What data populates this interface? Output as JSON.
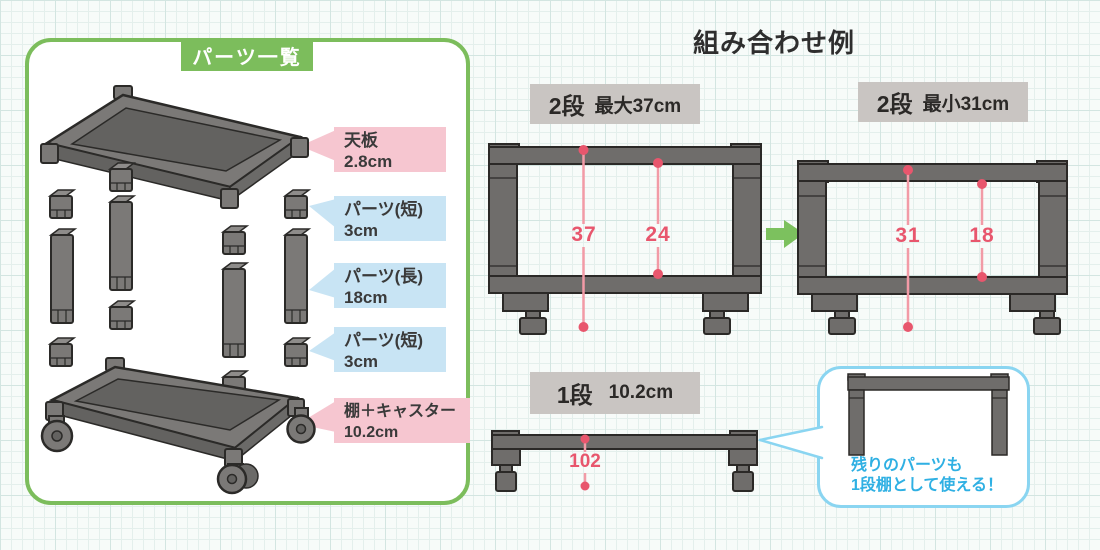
{
  "panel": {
    "title": "パーツ一覧",
    "labels": [
      {
        "name": "天板",
        "size": "2.8cm",
        "color": "pink"
      },
      {
        "name": "パーツ(短)",
        "size": "3cm",
        "color": "blue"
      },
      {
        "name": "パーツ(長)",
        "size": "18cm",
        "color": "blue"
      },
      {
        "name": "パーツ(短)",
        "size": "3cm",
        "color": "blue"
      },
      {
        "name": "棚＋キャスター",
        "size": "10.2cm",
        "color": "pink"
      }
    ]
  },
  "examples": {
    "title": "組み合わせ例",
    "diagrams": [
      {
        "tier": "2段",
        "size_label": "最大37cm",
        "outer_dim": "37",
        "inner_dim": "24"
      },
      {
        "tier": "2段",
        "size_label": "最小31cm",
        "outer_dim": "31",
        "inner_dim": "18"
      },
      {
        "tier": "1段",
        "size_label": "10.2cm",
        "outer_dim": "102"
      }
    ],
    "callout": {
      "line1": "残りのパーツも",
      "line2": "1段棚として使える！"
    }
  },
  "colors": {
    "accent_green": "#7cbd5c",
    "label_pink": "#f6c6d0",
    "label_blue": "#c8e4f4",
    "dimension_pink": "#e8566d",
    "badge_gray": "#c9c5c2",
    "callout_blue": "#8ad5f1",
    "part_gray": "#7b7977"
  }
}
